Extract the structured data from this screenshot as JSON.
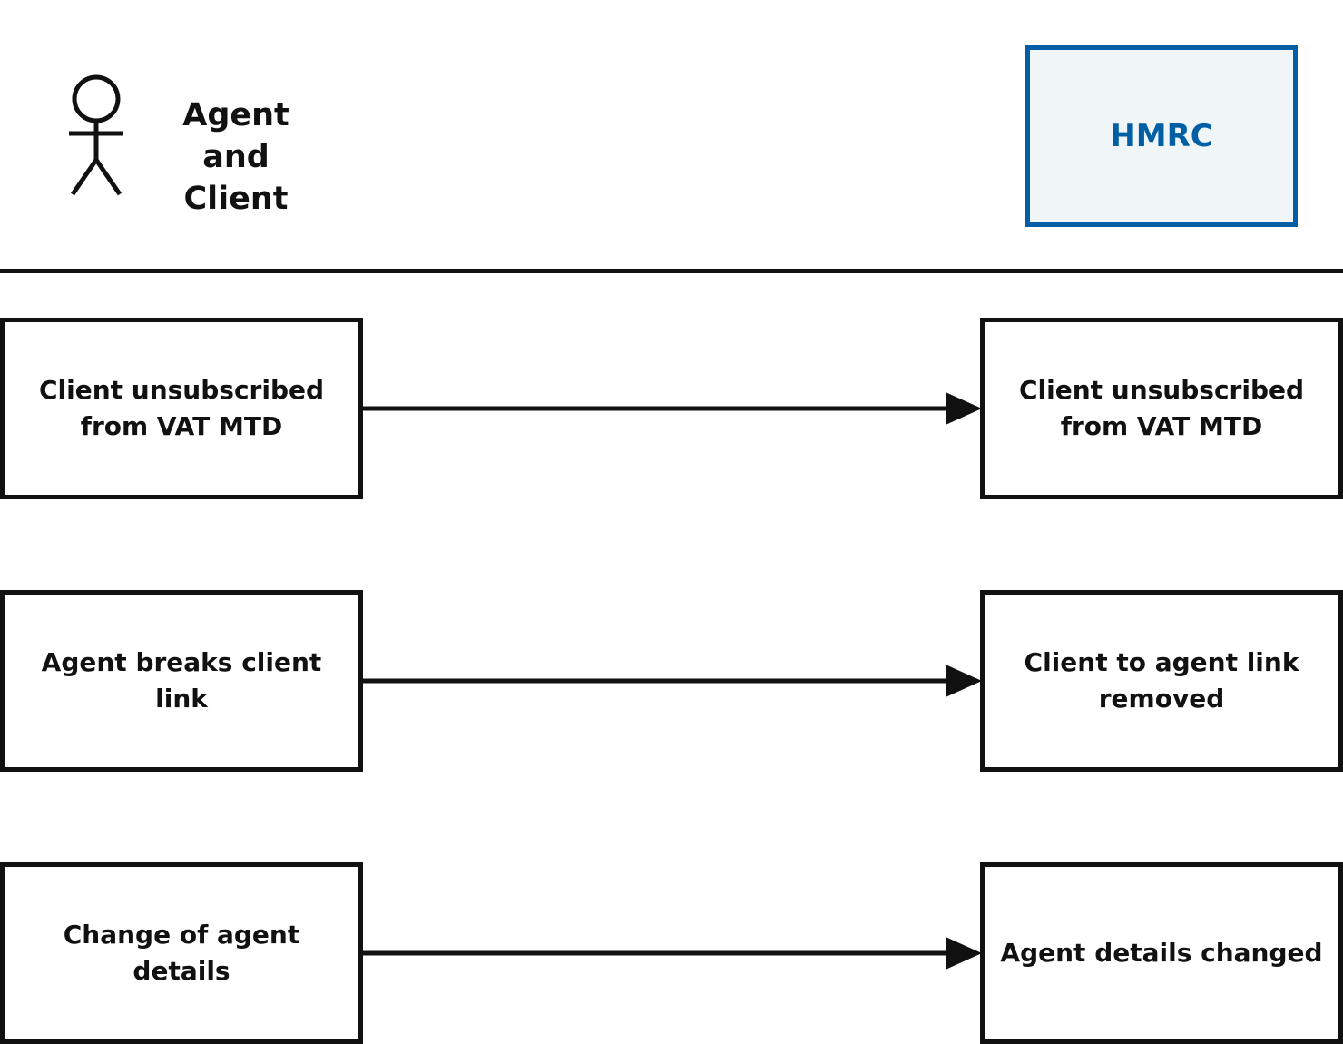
{
  "actor": {
    "icon": "stick-figure-icon",
    "label": "Agent and Client"
  },
  "system": {
    "label": "HMRC",
    "border_color": "#005ea5",
    "fill_color": "#f0f5f8"
  },
  "flows": [
    {
      "source": "Client unsubscribed from VAT MTD",
      "target": "Client unsubscribed from VAT MTD"
    },
    {
      "source": "Agent breaks client link",
      "target": "Client to agent link removed"
    },
    {
      "source": "Change of agent details",
      "target": "Agent details changed"
    }
  ]
}
